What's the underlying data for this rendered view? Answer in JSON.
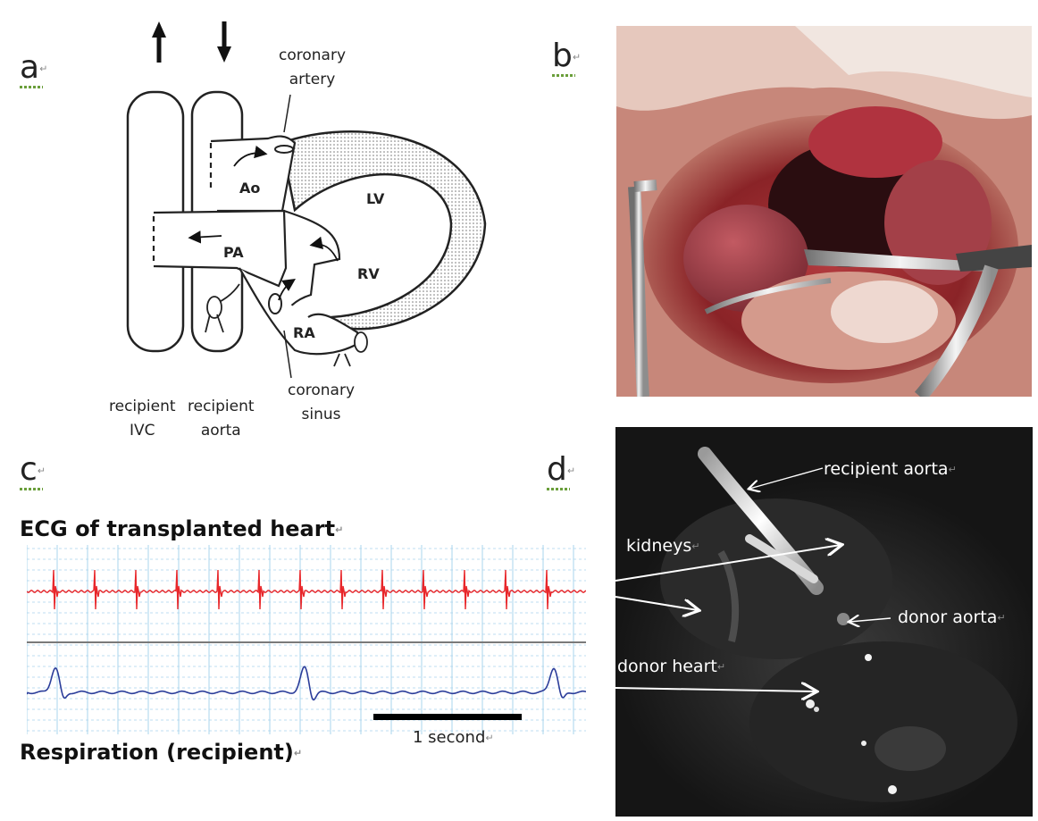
{
  "panels": {
    "a": "a",
    "b": "b",
    "c": "c",
    "d": "d"
  },
  "return_mark": "↵",
  "diagram": {
    "coronary_artery_line1": "coronary",
    "coronary_artery_line2": "artery",
    "ao": "Ao",
    "lv": "LV",
    "pa": "PA",
    "rv": "RV",
    "ra": "RA",
    "coronary_sinus_line1": "coronary",
    "coronary_sinus_line2": "sinus",
    "recipient_ivc_line1": "recipient",
    "recipient_ivc_line2": "IVC",
    "recipient_aorta_line1": "recipient",
    "recipient_aorta_line2": "aorta"
  },
  "ecg": {
    "title": "ECG of transplanted heart",
    "resp_title": "Respiration (recipient)",
    "scale_label": "1 second",
    "colors": {
      "ecg": "#e8262a",
      "resp": "#2b3d9a",
      "grid": "#a9d4ec"
    }
  },
  "mri": {
    "recipient_aorta": "recipient aorta",
    "kidneys": "kidneys",
    "donor_aorta": "donor aorta",
    "donor_heart": "donor heart"
  }
}
